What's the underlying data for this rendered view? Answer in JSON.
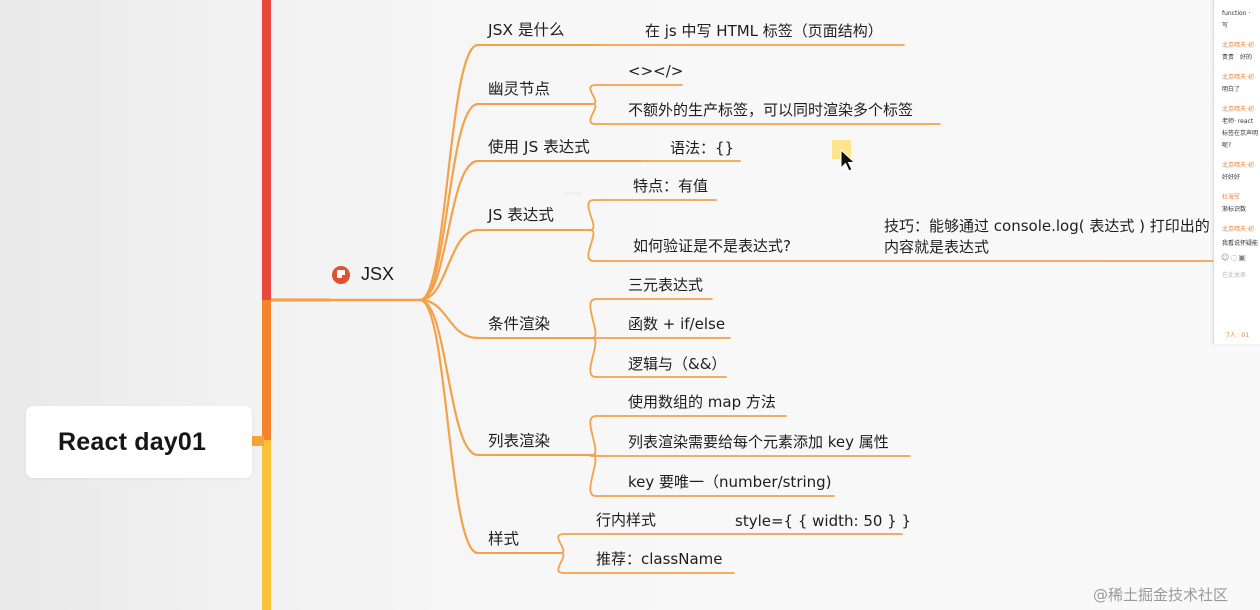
{
  "root": {
    "label": "React day01"
  },
  "center": {
    "label": "JSX",
    "icon": "flag-icon",
    "icon_color": "#e3502f"
  },
  "colors": {
    "branch": "#f3a24a",
    "spine_red": "#e8483a",
    "spine_orange": "#f5832c",
    "spine_yellow": "#f8c33a"
  },
  "branches": [
    {
      "id": "what",
      "label": "JSX 是什么",
      "children": [
        "在 js 中写 HTML 标签（页面结构）"
      ]
    },
    {
      "id": "ghost",
      "label": "幽灵节点",
      "children": [
        "<></>",
        "不额外的生产标签，可以同时渲染多个标签"
      ]
    },
    {
      "id": "use-expr",
      "label": "使用 JS 表达式",
      "children": [
        "语法：{}"
      ]
    },
    {
      "id": "expr",
      "label": "JS 表达式",
      "children": [
        "特点：有值",
        "如何验证是不是表达式?"
      ],
      "tip": [
        "技巧：能够通过 console.log( 表达式 ) 打印出的",
        "内容就是表达式"
      ]
    },
    {
      "id": "cond",
      "label": "条件渲染",
      "children": [
        "三元表达式",
        "函数 + if/else",
        "逻辑与（&&）"
      ]
    },
    {
      "id": "list",
      "label": "列表渲染",
      "children": [
        "使用数组的 map 方法",
        "列表渲染需要给每个元素添加 key 属性",
        "key 要唯一（number/string)"
      ]
    },
    {
      "id": "style",
      "label": "样式",
      "children": [
        "行内样式",
        "推荐：className"
      ],
      "inline_example": "style={ { width: 50 } }"
    }
  ],
  "chat": {
    "messages": [
      {
        "text": "function ·"
      },
      {
        "text": "写"
      },
      {
        "name": "北京晴天·初",
        "text": "贵贵　好的"
      },
      {
        "name": "北京晴天·初",
        "text": "明白了"
      },
      {
        "name": "北京晴天·初",
        "text": "老师· react"
      },
      {
        "text": "标签在京声明"
      },
      {
        "text": "呢?"
      },
      {
        "name": "北京晴天·初",
        "text": "好好好"
      },
      {
        "name": "杜海军",
        "text": "渐标识数"
      },
      {
        "name": "北京晴天·初",
        "text": "我看说怀疑能"
      }
    ],
    "input_placeholder": "在此发表",
    "count": "7人 · 01"
  },
  "watermark": "@稀土掘金技术社区"
}
